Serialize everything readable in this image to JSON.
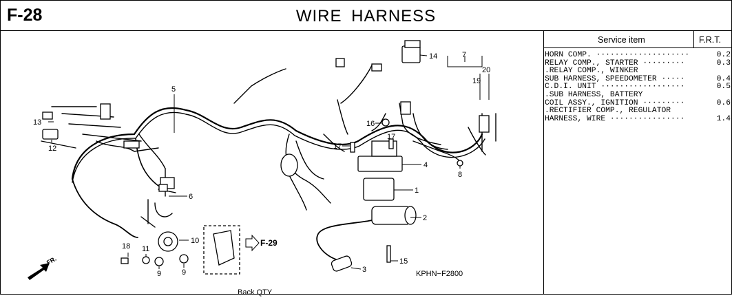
{
  "header": {
    "page_id": "F-28",
    "title": "WIRE  HARNESS"
  },
  "service_table": {
    "col_item": "Service item",
    "col_frt": "F.R.T.",
    "rows": [
      {
        "item": "HORN COMP. ····················",
        "frt": "0.2"
      },
      {
        "item": "RELAY COMP., STARTER ·········",
        "frt": "0.3"
      },
      {
        "item": ".RELAY COMP., WINKER",
        "frt": ""
      },
      {
        "item": "SUB HARNESS, SPEEDOMETER ·····",
        "frt": "0.4"
      },
      {
        "item": "C.D.I. UNIT ··················",
        "frt": "0.5"
      },
      {
        "item": ".SUB HARNESS, BATTERY",
        "frt": ""
      },
      {
        "item": "COIL ASSY., IGNITION ·········",
        "frt": "0.6"
      },
      {
        "item": ".RECTIFIER COMP., REGULATOR",
        "frt": ""
      },
      {
        "item": "HARNESS, WIRE ················",
        "frt": "1.4"
      }
    ]
  },
  "diagram": {
    "callouts": [
      "1",
      "2",
      "3",
      "4",
      "5",
      "6",
      "7",
      "8",
      "9",
      "9",
      "10",
      "11",
      "12",
      "13",
      "14",
      "15",
      "16",
      "17",
      "17",
      "18",
      "19",
      "20"
    ],
    "ref_arrow": "F-29",
    "direction": "FR.",
    "code": "KPHN−F2800"
  },
  "footer": {
    "text": "Back QTY"
  }
}
